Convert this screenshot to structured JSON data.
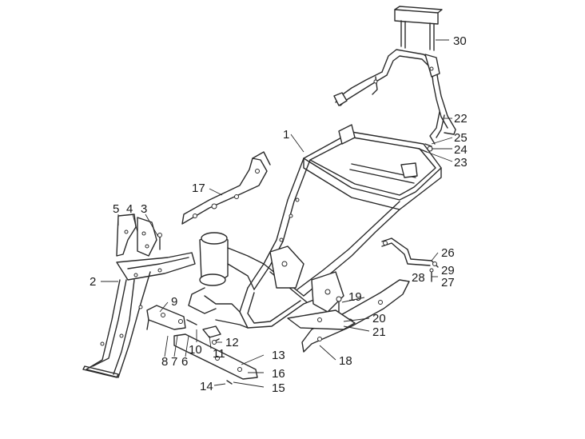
{
  "diagram": {
    "callouts": [
      {
        "id": "1",
        "label": "1"
      },
      {
        "id": "2",
        "label": "2"
      },
      {
        "id": "3",
        "label": "3"
      },
      {
        "id": "4",
        "label": "4"
      },
      {
        "id": "5",
        "label": "5"
      },
      {
        "id": "6",
        "label": "6"
      },
      {
        "id": "7",
        "label": "7"
      },
      {
        "id": "8",
        "label": "8"
      },
      {
        "id": "9",
        "label": "9"
      },
      {
        "id": "10",
        "label": "10"
      },
      {
        "id": "11",
        "label": "11"
      },
      {
        "id": "12",
        "label": "12"
      },
      {
        "id": "13",
        "label": "13"
      },
      {
        "id": "14",
        "label": "14"
      },
      {
        "id": "15",
        "label": "15"
      },
      {
        "id": "16",
        "label": "16"
      },
      {
        "id": "17",
        "label": "17"
      },
      {
        "id": "18",
        "label": "18"
      },
      {
        "id": "19",
        "label": "19"
      },
      {
        "id": "20",
        "label": "20"
      },
      {
        "id": "21",
        "label": "21"
      },
      {
        "id": "22",
        "label": "22"
      },
      {
        "id": "23",
        "label": "23"
      },
      {
        "id": "24",
        "label": "24"
      },
      {
        "id": "25",
        "label": "25"
      },
      {
        "id": "26",
        "label": "26"
      },
      {
        "id": "27",
        "label": "27"
      },
      {
        "id": "28",
        "label": "28"
      },
      {
        "id": "29",
        "label": "29"
      },
      {
        "id": "30",
        "label": "30"
      }
    ],
    "colors": {
      "line": "#2a2a2a",
      "background": "#ffffff"
    }
  }
}
